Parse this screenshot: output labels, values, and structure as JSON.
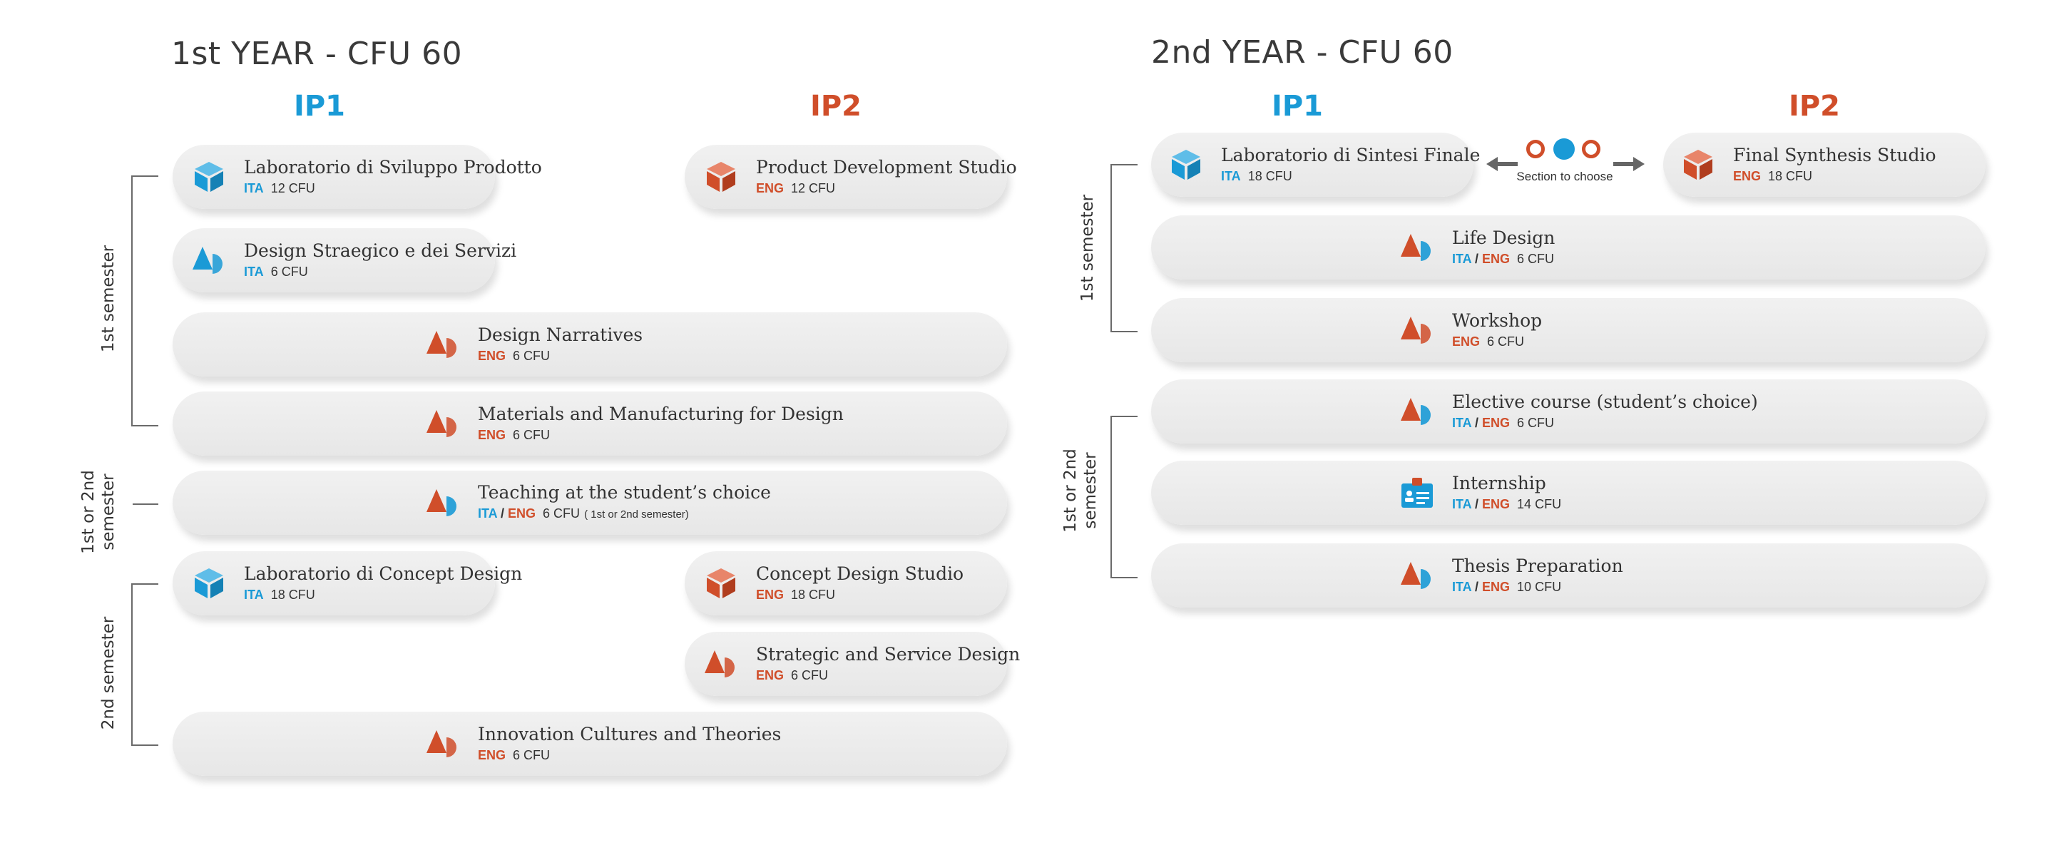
{
  "year1": {
    "title": "1st YEAR - CFU 60",
    "ip1": "IP1",
    "ip2": "IP2",
    "sem1_label": "1st semester",
    "sem12_label_line1": "1st or 2nd",
    "sem12_label_line2": "semester",
    "sem2_label": "2nd semester",
    "courses": [
      {
        "name": "Laboratorio di Sviluppo Prodotto",
        "lang1": "ITA",
        "lang2": "",
        "cfu": "12 CFU",
        "note": "",
        "icon": "cube-icon-blue"
      },
      {
        "name": "Product Development Studio",
        "lang1": "",
        "lang2": "ENG",
        "cfu": "12 CFU",
        "note": "",
        "icon": "cube-icon-red"
      },
      {
        "name": "Design Straegico e dei Servizi",
        "lang1": "ITA",
        "lang2": "",
        "cfu": "6 CFU",
        "note": "",
        "icon": "shapes-icon-blue"
      },
      {
        "name": "Design Narratives",
        "lang1": "",
        "lang2": "ENG",
        "cfu": "6 CFU",
        "note": "",
        "icon": "shapes-icon-red"
      },
      {
        "name": "Materials and Manufacturing for Design",
        "lang1": "",
        "lang2": "ENG",
        "cfu": "6 CFU",
        "note": "",
        "icon": "shapes-icon-red"
      },
      {
        "name": "Teaching at the student’s choice",
        "lang1": "ITA",
        "lang2": "ENG",
        "cfu": "6 CFU",
        "note": "( 1st or 2nd semester)",
        "icon": "shapes-icon-red"
      },
      {
        "name": "Laboratorio di Concept Design",
        "lang1": "ITA",
        "lang2": "",
        "cfu": "18 CFU",
        "note": "",
        "icon": "cube-icon-blue"
      },
      {
        "name": "Concept Design Studio",
        "lang1": "",
        "lang2": "ENG",
        "cfu": "18 CFU",
        "note": "",
        "icon": "cube-icon-red"
      },
      {
        "name": "Strategic and Service Design",
        "lang1": "",
        "lang2": "ENG",
        "cfu": "6 CFU",
        "note": "",
        "icon": "shapes-icon-red"
      },
      {
        "name": "Innovation Cultures and Theories",
        "lang1": "",
        "lang2": "ENG",
        "cfu": "6 CFU",
        "note": "",
        "icon": "shapes-icon-red"
      }
    ]
  },
  "year2": {
    "title": "2nd YEAR - CFU 60",
    "ip1": "IP1",
    "ip2": "IP2",
    "choose_text": "Section to choose",
    "sem1_label": "1st semester",
    "sem12_label_line1": "1st or 2nd",
    "sem12_label_line2": "semester",
    "courses": [
      {
        "name": "Laboratorio di Sintesi Finale",
        "lang1": "ITA",
        "lang2": "",
        "cfu": "18 CFU",
        "note": "",
        "icon": "cube-icon-blue"
      },
      {
        "name": "Final Synthesis Studio",
        "lang1": "",
        "lang2": "ENG",
        "cfu": "18 CFU",
        "note": "",
        "icon": "cube-icon-red"
      },
      {
        "name": "Life Design",
        "lang1": "ITA",
        "lang2": "ENG",
        "cfu": "6 CFU",
        "note": "",
        "icon": "shapes-icon-red"
      },
      {
        "name": "Workshop",
        "lang1": "",
        "lang2": "ENG",
        "cfu": "6 CFU",
        "note": "",
        "icon": "shapes-icon-red"
      },
      {
        "name": "Elective course (student’s choice)",
        "lang1": "ITA",
        "lang2": "ENG",
        "cfu": "6 CFU",
        "note": "",
        "icon": "shapes-icon-red"
      },
      {
        "name": "Internship",
        "lang1": "ITA",
        "lang2": "ENG",
        "cfu": "14 CFU",
        "note": "",
        "icon": "id-badge-icon"
      },
      {
        "name": "Thesis Preparation",
        "lang1": "ITA",
        "lang2": "ENG",
        "cfu": "10 CFU",
        "note": "",
        "icon": "shapes-icon-red"
      }
    ]
  },
  "colors": {
    "blue": "#1a9ad6",
    "red": "#d04e2a",
    "pill": "#ebebeb",
    "text": "#333333"
  }
}
